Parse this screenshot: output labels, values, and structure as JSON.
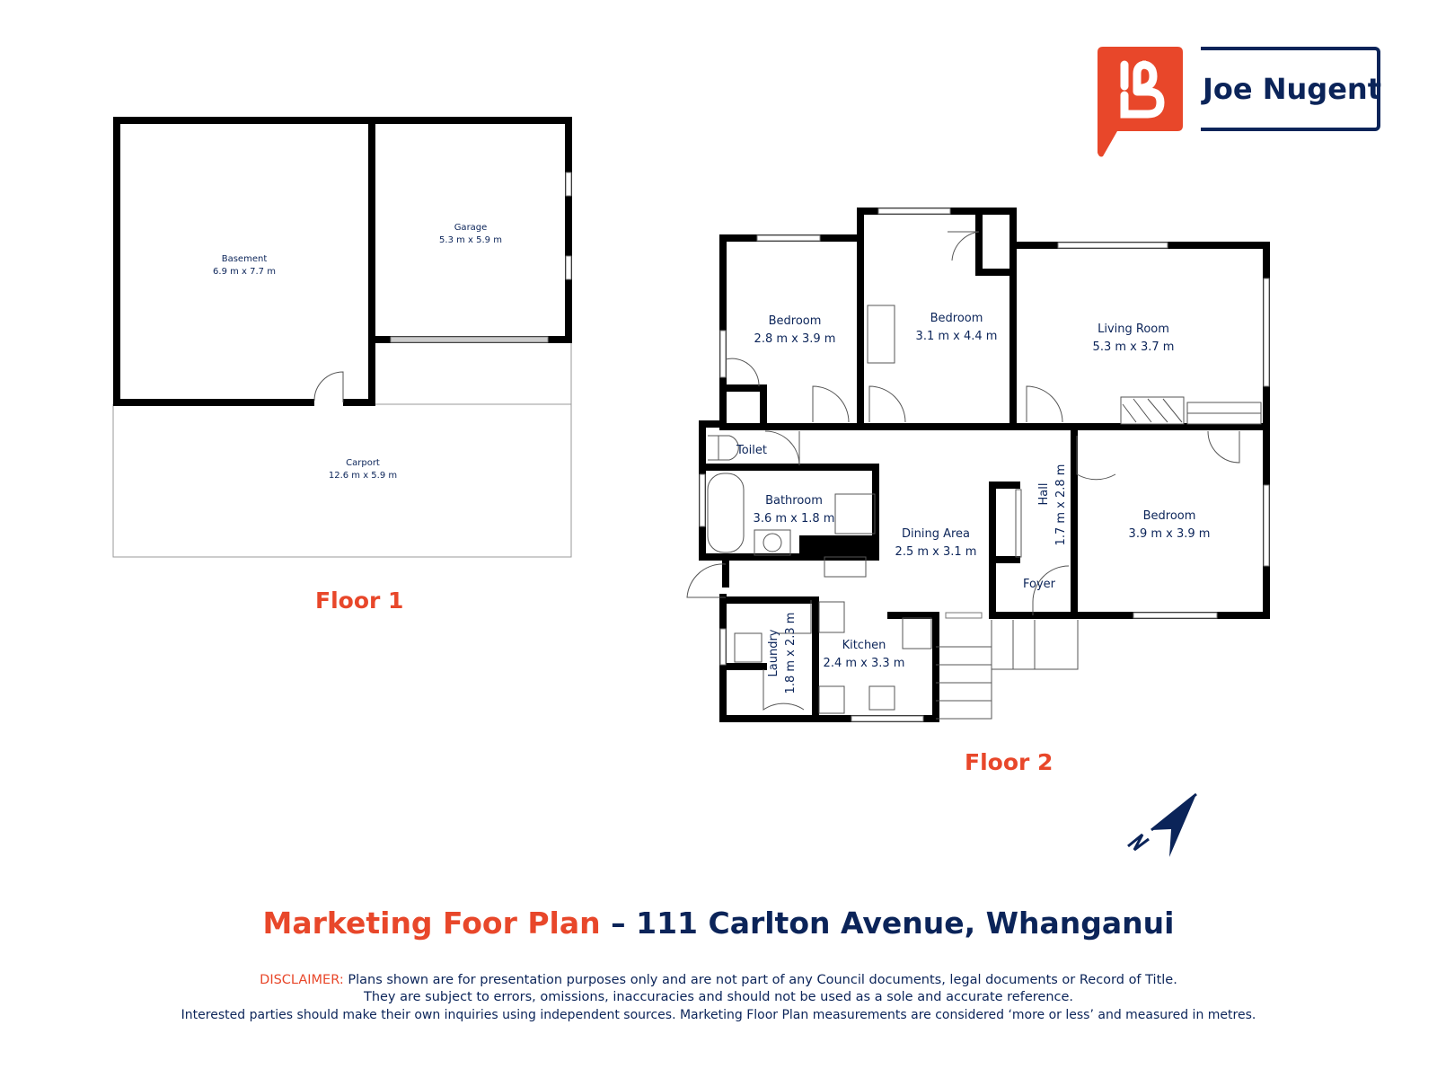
{
  "brand": {
    "logo_letter": "B",
    "agent_name": "Joe Nugent",
    "colors": {
      "orange": "#e8472a",
      "navy": "#0b2459"
    }
  },
  "floor1": {
    "label": "Floor 1",
    "rooms": [
      {
        "name": "Basement",
        "size": "6.9 m x 7.7 m"
      },
      {
        "name": "Garage",
        "size": "5.3 m x 5.9 m"
      },
      {
        "name": "Carport",
        "size": "12.6 m x 5.9 m"
      }
    ]
  },
  "floor2": {
    "label": "Floor 2",
    "rooms": [
      {
        "name": "Bedroom",
        "size": "2.8 m x 3.9 m"
      },
      {
        "name": "Bedroom",
        "size": "3.1 m x 4.4 m"
      },
      {
        "name": "Living Room",
        "size": "5.3 m x 3.7 m"
      },
      {
        "name": "Toilet"
      },
      {
        "name": "Bathroom",
        "size": "3.6 m x 1.8 m"
      },
      {
        "name": "Dining Area",
        "size": "2.5 m x 3.1 m"
      },
      {
        "name": "Hall",
        "size": "1.7 m x 2.8 m"
      },
      {
        "name": "Bedroom",
        "size": "3.9 m x 3.9 m"
      },
      {
        "name": "Foyer"
      },
      {
        "name": "Laundry",
        "size": "1.8 m x 2.3 m"
      },
      {
        "name": "Kitchen",
        "size": "2.4 m x 3.3 m"
      }
    ]
  },
  "north_arrow": {
    "icon": "north-arrow-icon",
    "letter": "N"
  },
  "title": {
    "highlight": "Marketing Foor Plan",
    "rest": " – 111 Carlton Avenue, Whanganui"
  },
  "disclaimer": {
    "label": "DISCLAIMER:",
    "line1": " Plans shown are for presentation purposes only and are not part of any Council documents, legal documents or Record of Title.",
    "line2": "They are subject to errors, omissions, inaccuracies and should not be used as a sole and accurate reference.",
    "line3": "Interested parties should make their own inquiries using independent sources. Marketing Floor Plan measurements are considered ‘more or less’ and measured in metres."
  }
}
